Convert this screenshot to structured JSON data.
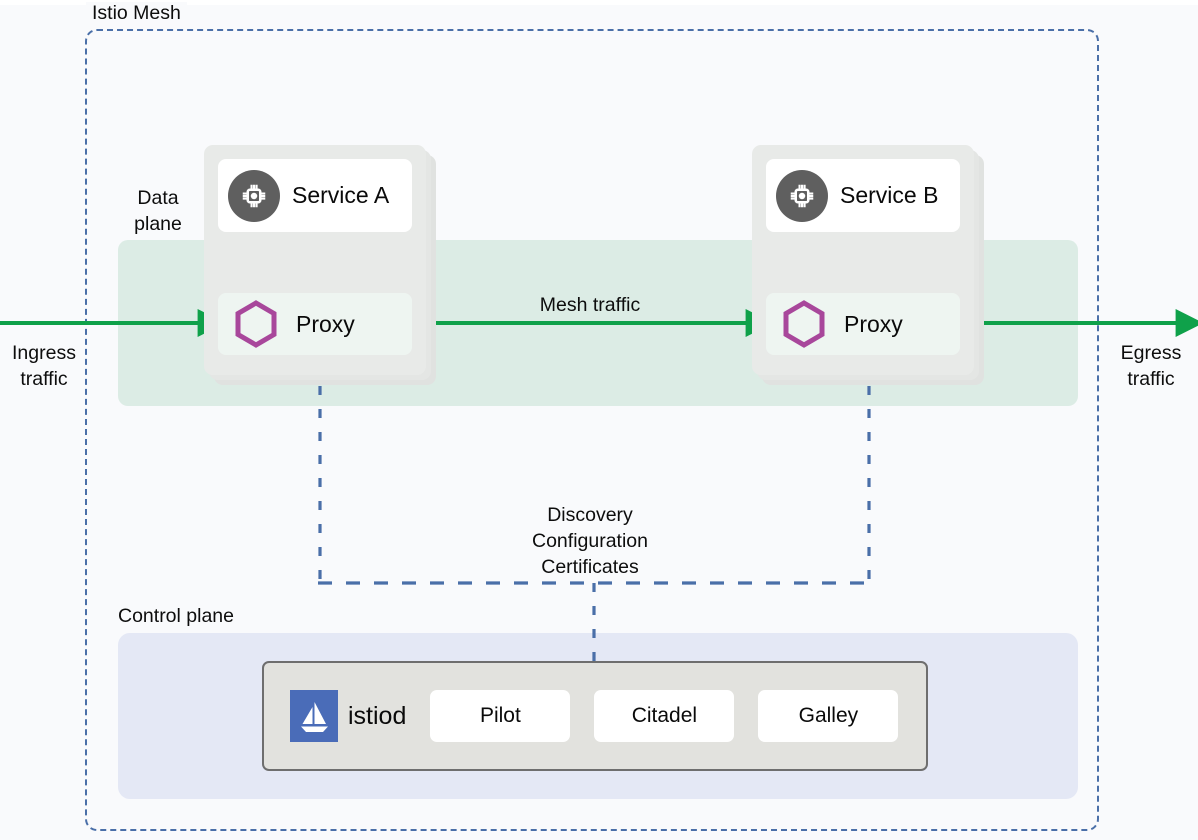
{
  "diagram": {
    "title": "Istio Mesh",
    "mesh_label": "Istio Mesh",
    "data_plane_label": "Data\nplane",
    "data_plane_label_line1": "Data",
    "data_plane_label_line2": "plane",
    "control_plane_label": "Control plane",
    "ingress_label_line1": "Ingress",
    "ingress_label_line2": "traffic",
    "egress_label_line1": "Egress",
    "egress_label_line2": "traffic",
    "mesh_traffic_label": "Mesh traffic",
    "discovery_line1": "Discovery",
    "discovery_line2": "Configuration",
    "discovery_line3": "Certificates"
  },
  "pods": [
    {
      "id": "pod-a",
      "service_name": "Service A",
      "service_icon": "cpu-chip-icon",
      "proxy_name": "Proxy",
      "proxy_icon": "hexagon-envoy-icon"
    },
    {
      "id": "pod-b",
      "service_name": "Service B",
      "service_icon": "cpu-chip-icon",
      "proxy_name": "Proxy",
      "proxy_icon": "hexagon-envoy-icon"
    }
  ],
  "control_plane": {
    "istiod_name": "istiod",
    "istiod_icon": "istio-sailboat-logo",
    "components": [
      {
        "label": "Pilot"
      },
      {
        "label": "Citadel"
      },
      {
        "label": "Galley"
      }
    ]
  },
  "colors": {
    "traffic_green": "#0fa14a",
    "mesh_dash_blue": "#4a6fa8",
    "control_dash_blue": "#4a6fa8",
    "data_plane_band": "#dcece5",
    "control_plane_band": "#e4e8f5",
    "pod_gray": "#e8eae8",
    "chip_circle_gray": "#5f5f5f",
    "hexagon_purple": "#a8479b",
    "istio_logo_blue": "#4a6cb8",
    "istiod_box_fill": "#e2e2de",
    "page_background": "#f9fafc",
    "text_black": "#0d0d0d"
  }
}
